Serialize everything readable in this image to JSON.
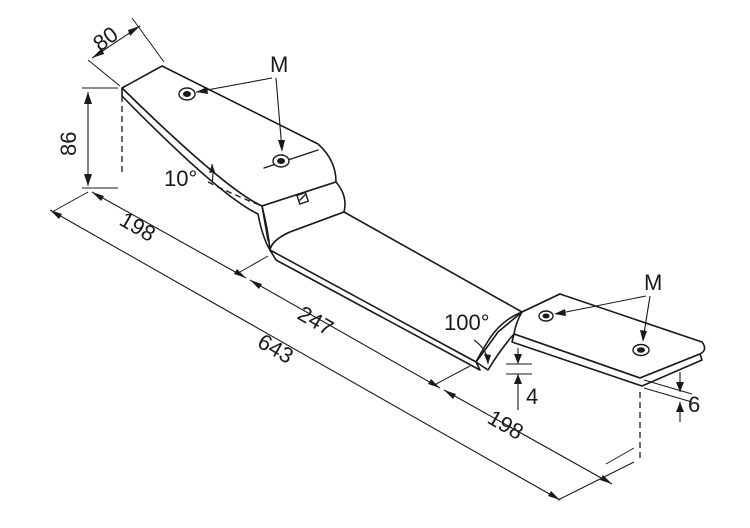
{
  "dimensions": {
    "width_top": "80",
    "height": "86",
    "left_segment": "198",
    "middle_segment": "247",
    "overall_length": "643",
    "right_segment": "198",
    "thickness_middle": "4",
    "thickness_end": "6"
  },
  "angles": {
    "left_bend": "10°",
    "right_bend": "100°"
  },
  "callouts": {
    "mount_left": "M",
    "mount_right": "M"
  }
}
